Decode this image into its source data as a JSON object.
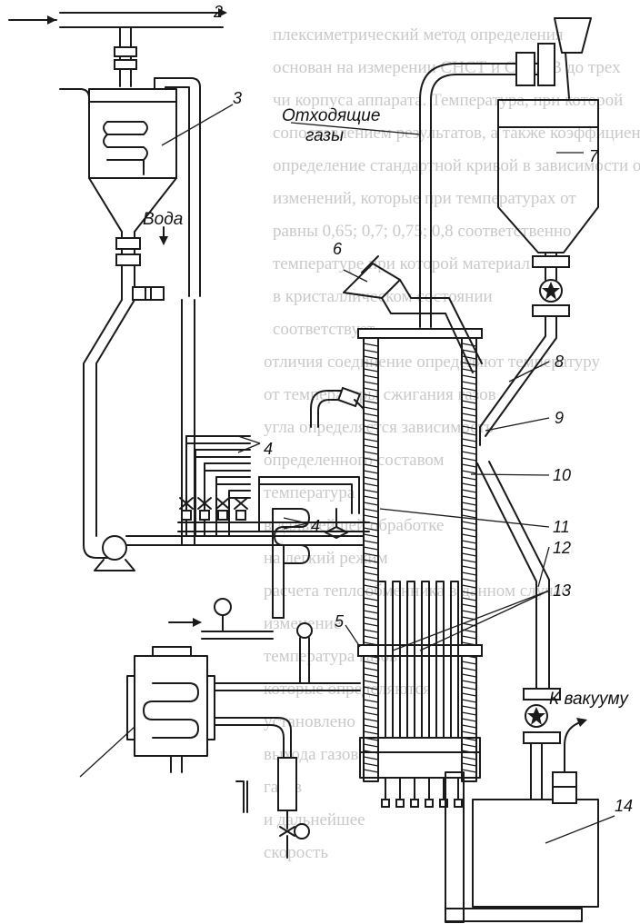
{
  "labels": {
    "offgas": [
      "Отходящие",
      "газы"
    ],
    "water": "Вода",
    "vacuum": "К вакууму"
  },
  "numbers": {
    "n2": "2",
    "n3": "3",
    "n4a": "4",
    "n4b": "4",
    "n5": "5",
    "n6": "6",
    "n7": "7",
    "n8": "8",
    "n9": "9",
    "n10": "10",
    "n11": "11",
    "n12": "12",
    "n13": "13",
    "n14": "14"
  },
  "background_text": [
    "плексиметрический метод определения",
    "основан на измерении СНСТ и СНСТВ до трех",
    "чи корпуса аппарата. Температура, при которой",
    "сопоставлением результатов, а также коэффициент",
    "определение стандартной кривой в зависимости от",
    "изменений, которые при температурах от",
    "равны 0,65; 0,7; 0,75; 0,8 соответственно",
    "температуре при которой материал",
    "в кристаллическом состоянии",
    "соответствует",
    "отличия соединение определяют температуру",
    "от температуры сжигания газов",
    "угла определяется зависимость",
    "определенного составом",
    "температура",
    "в дальнейшей обработке",
    "на легкий режим",
    "расчета теплообменника в данном случае",
    "изменение",
    "температура газов",
    "которые определяются",
    "установлено",
    "выхода газов",
    "газов",
    "и дальнейшее",
    "скорость"
  ]
}
